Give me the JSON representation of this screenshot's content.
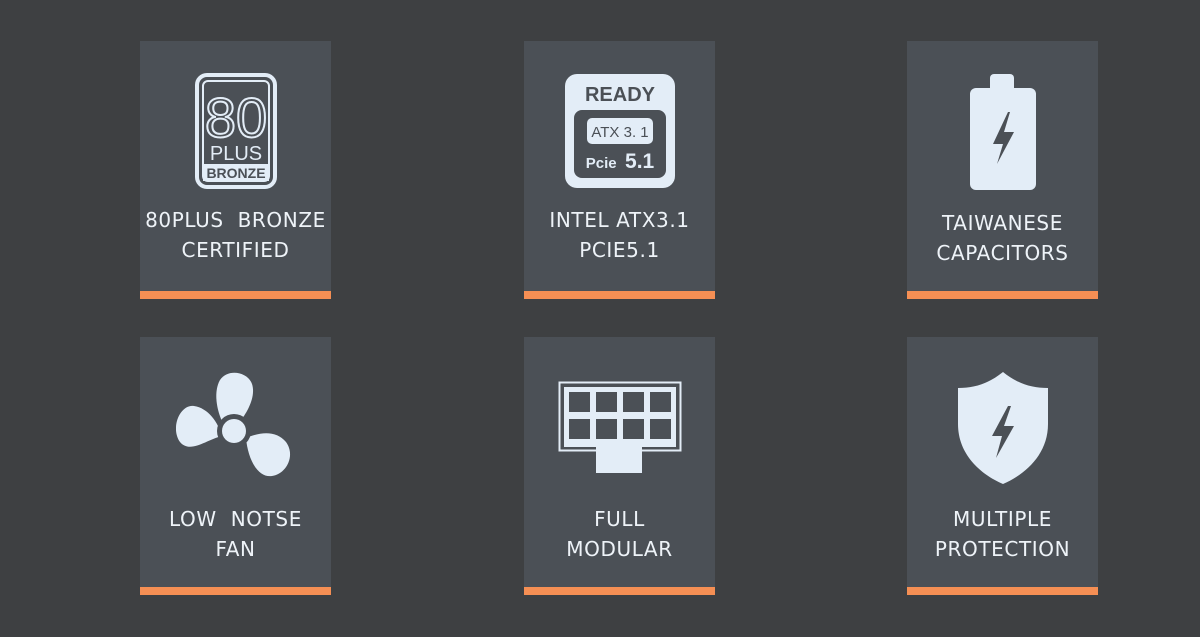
{
  "colors": {
    "background": "#3e4042",
    "card": "#4b5056",
    "accent_bar": "#f58f54",
    "icon": "#e3edf7",
    "text": "#eef3f8"
  },
  "features": [
    {
      "icon": "80plus-bronze-badge-icon",
      "badge": {
        "number": "80",
        "plus": "PLUS",
        "tier": "BRONZE"
      },
      "lines": [
        "80PLUS  BRONZE",
        "CERTIFIED"
      ]
    },
    {
      "icon": "atx-ready-badge-icon",
      "badge": {
        "ready": "READY",
        "atx": "ATX 3. 1",
        "pcie_prefix": "Pcie",
        "pcie_version": "5.1"
      },
      "lines": [
        "INTEL ATX3.1",
        "PCIE5.1"
      ]
    },
    {
      "icon": "battery-bolt-icon",
      "lines": [
        "TAIWANESE",
        "CAPACITORS"
      ]
    },
    {
      "icon": "fan-icon",
      "lines": [
        "LOW  NOTSE",
        "FAN"
      ]
    },
    {
      "icon": "modular-panel-icon",
      "lines": [
        "FULL",
        "MODULAR"
      ]
    },
    {
      "icon": "shield-bolt-icon",
      "lines": [
        "MULTIPLE",
        "PROTECTION"
      ]
    }
  ]
}
